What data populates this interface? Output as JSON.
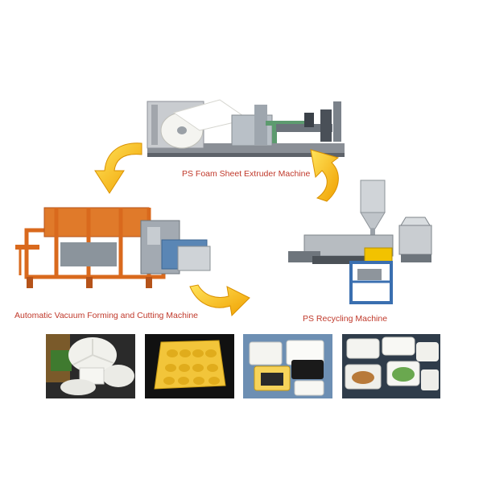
{
  "labels": {
    "extruder": "PS Foam Sheet Extruder Machine",
    "forming": "Automatic Vacuum Forming and Cutting Machine",
    "recycling": "PS Recycling Machine"
  },
  "colors": {
    "label_red": "#c0392b",
    "arrow_yellow": "#f5b700",
    "machine_orange": "#d9691d",
    "foam_white": "#f4f4f0"
  },
  "products": [
    {
      "name": "foam plates and bowls",
      "background": "#2a2a2a"
    },
    {
      "name": "yellow egg trays",
      "background": "#111111"
    },
    {
      "name": "foam trays assortment",
      "background": "#6d8fb3"
    },
    {
      "name": "foam food boxes",
      "background": "#2f3c4a"
    }
  ]
}
